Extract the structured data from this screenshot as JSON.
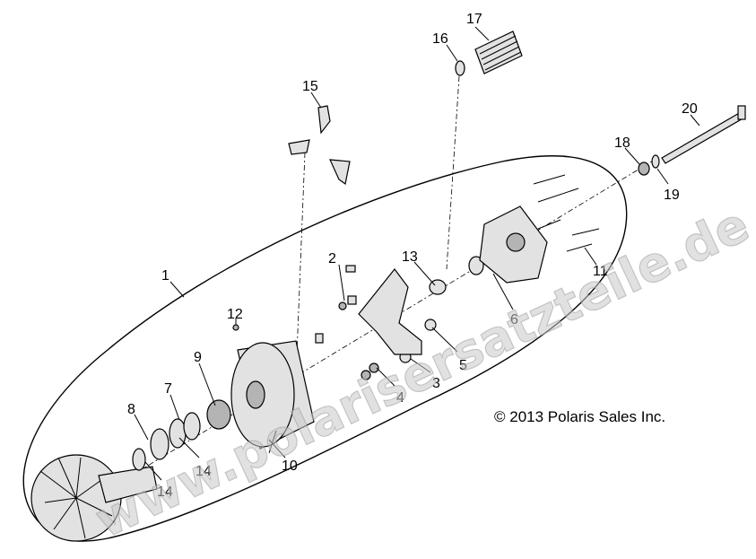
{
  "callouts": {
    "c1": "1",
    "c2": "2",
    "c3": "3",
    "c4": "4",
    "c5": "5",
    "c6": "6",
    "c7": "7",
    "c8": "8",
    "c9": "9",
    "c10": "10",
    "c11": "11",
    "c12": "12",
    "c13": "13",
    "c14a": "14",
    "c14b": "14",
    "c15": "15",
    "c16": "16",
    "c17": "17",
    "c18": "18",
    "c19": "19",
    "c20": "20"
  },
  "copyright": "© 2013 Polaris Sales Inc.",
  "watermark": "www.polarisersatzteile.de"
}
